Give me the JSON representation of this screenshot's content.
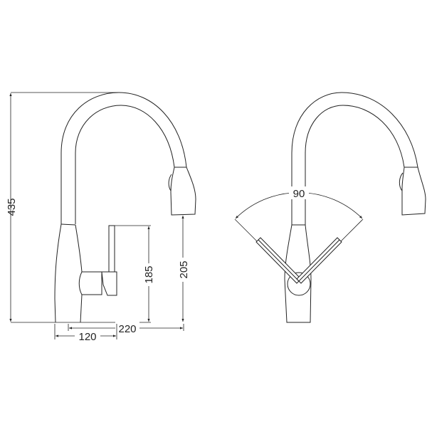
{
  "side_view": {
    "height_total": "435",
    "lever_height": "185",
    "spout_height": "205",
    "reach": "220",
    "base_to_lever": "120"
  },
  "front_view": {
    "lever_angle": "90"
  },
  "colors": {
    "line": "#222222",
    "background": "#ffffff"
  }
}
